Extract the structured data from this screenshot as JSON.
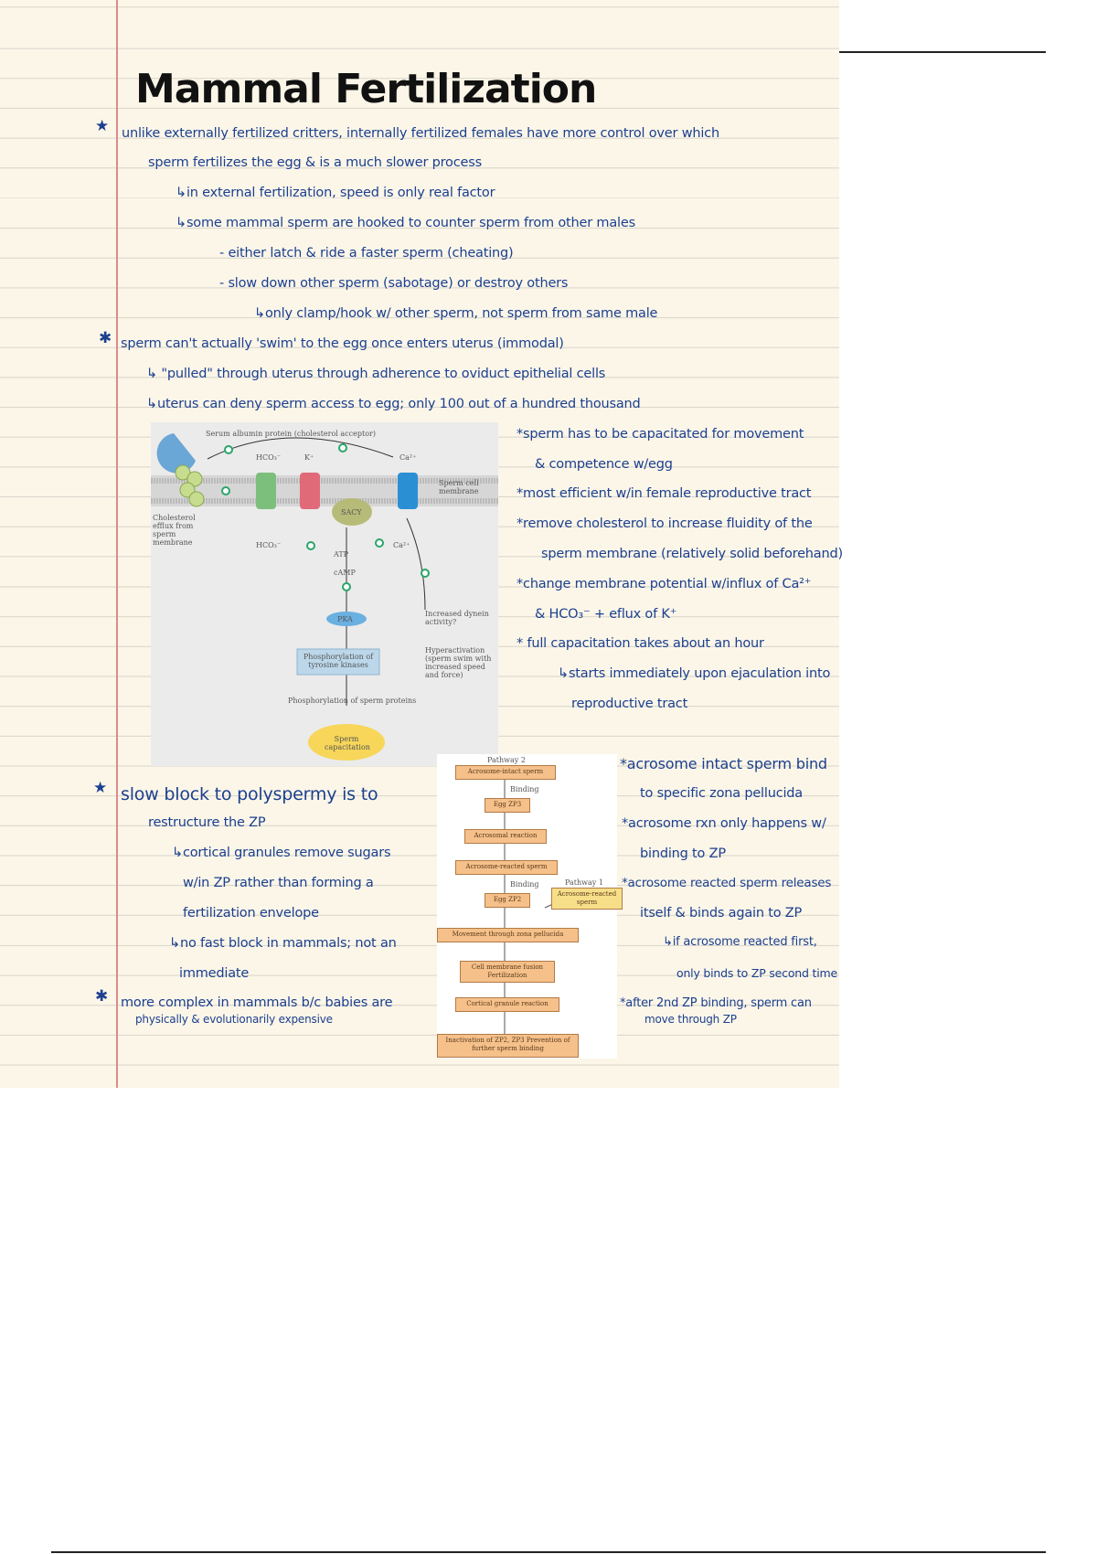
{
  "title": "Mammal Fertilization",
  "notes": {
    "l1": "unlike externally fertilized critters, internally fertilized females have more control over which",
    "l2": "sperm fertilizes the egg & is a much slower process",
    "l3": "↳in external fertilization, speed is only real factor",
    "l4": "↳some mammal sperm are hooked to counter sperm from other males",
    "l5": "- either latch & ride a faster sperm (cheating)",
    "l6": "- slow down other sperm (sabotage) or destroy others",
    "l7": "↳only clamp/hook w/ other sperm, not sperm from same male",
    "l8": "sperm can't actually 'swim' to the egg once enters uterus (immodal)",
    "l9": "↳ \"pulled\" through uterus through adherence to oviduct epithelial cells",
    "l10": "↳uterus can deny sperm access to egg; only 100 out of a hundred thousand",
    "r1": "*sperm has to be capacitated for movement",
    "r2": "& competence w/egg",
    "r3": "*most efficient w/in female reproductive tract",
    "r4": "*remove cholesterol to increase fluidity of the",
    "r5": "sperm membrane (relatively solid beforehand)",
    "r6": "*change membrane potential w/influx of Ca²⁺",
    "r7": "& HCO₃⁻ + eflux of K⁺",
    "r8": "* full capacitation takes about an hour",
    "r9": "↳starts immediately upon ejaculation into",
    "r10": "reproductive tract",
    "s1": "slow block to polyspermy is to",
    "s2": "restructure the ZP",
    "s3": "↳cortical granules remove sugars",
    "s4": "w/in ZP rather than forming a",
    "s5": "fertilization envelope",
    "s6": "↳no fast block in mammals; not an",
    "s7": "immediate",
    "s8": "more complex in mammals b/c babies are",
    "s9": "physically & evolutionarily expensive",
    "a1": "*acrosome intact sperm bind",
    "a2": "to specific zona pellucida",
    "a3": "*acrosome rxn only happens w/",
    "a4": "binding to ZP",
    "a5": "*acrosome reacted sperm releases",
    "a6": "itself & binds again to ZP",
    "a7": "↳if acrosome reacted first,",
    "a8": "only binds to ZP second time",
    "a9": "*after 2nd ZP binding, sperm can",
    "a10": "move through ZP"
  },
  "fig1": {
    "albumin": "Serum albumin protein (cholesterol acceptor)",
    "hco3": "HCO₃⁻",
    "k": "K⁺",
    "ca": "Ca²⁺",
    "membrane": "Sperm cell membrane",
    "efflux": "Cholesterol efflux from sperm membrane",
    "sacy": "SACY",
    "atp": "ATP",
    "camp": "cAMP",
    "pka": "PKA",
    "dynein": "Increased dynein activity?",
    "phos_tk": "Phosphorylation of tyrosine kinases",
    "hyper": "Hyperactivation (sperm swim with increased speed and force)",
    "phos_sp": "Phosphorylation of sperm proteins",
    "cap": "Sperm capacitation"
  },
  "fig2": {
    "p2": "Pathway 2",
    "p1": "Pathway 1",
    "binding": "Binding",
    "steps": [
      "Acrosome-intact sperm",
      "Egg ZP3",
      "Acrosomal reaction",
      "Acrosome-reacted sperm",
      "Egg ZP2",
      "Movement through zona pellucida",
      "Cell membrane fusion Fertilization",
      "Cortical granule reaction",
      "Inactivation of ZP2, ZP3 Prevention of further sperm binding"
    ],
    "side": "Acrosome-reacted sperm"
  },
  "colors": {
    "ink": "#1c3f8f",
    "paper": "#fbf6e8",
    "margin": "#d98b8b"
  }
}
